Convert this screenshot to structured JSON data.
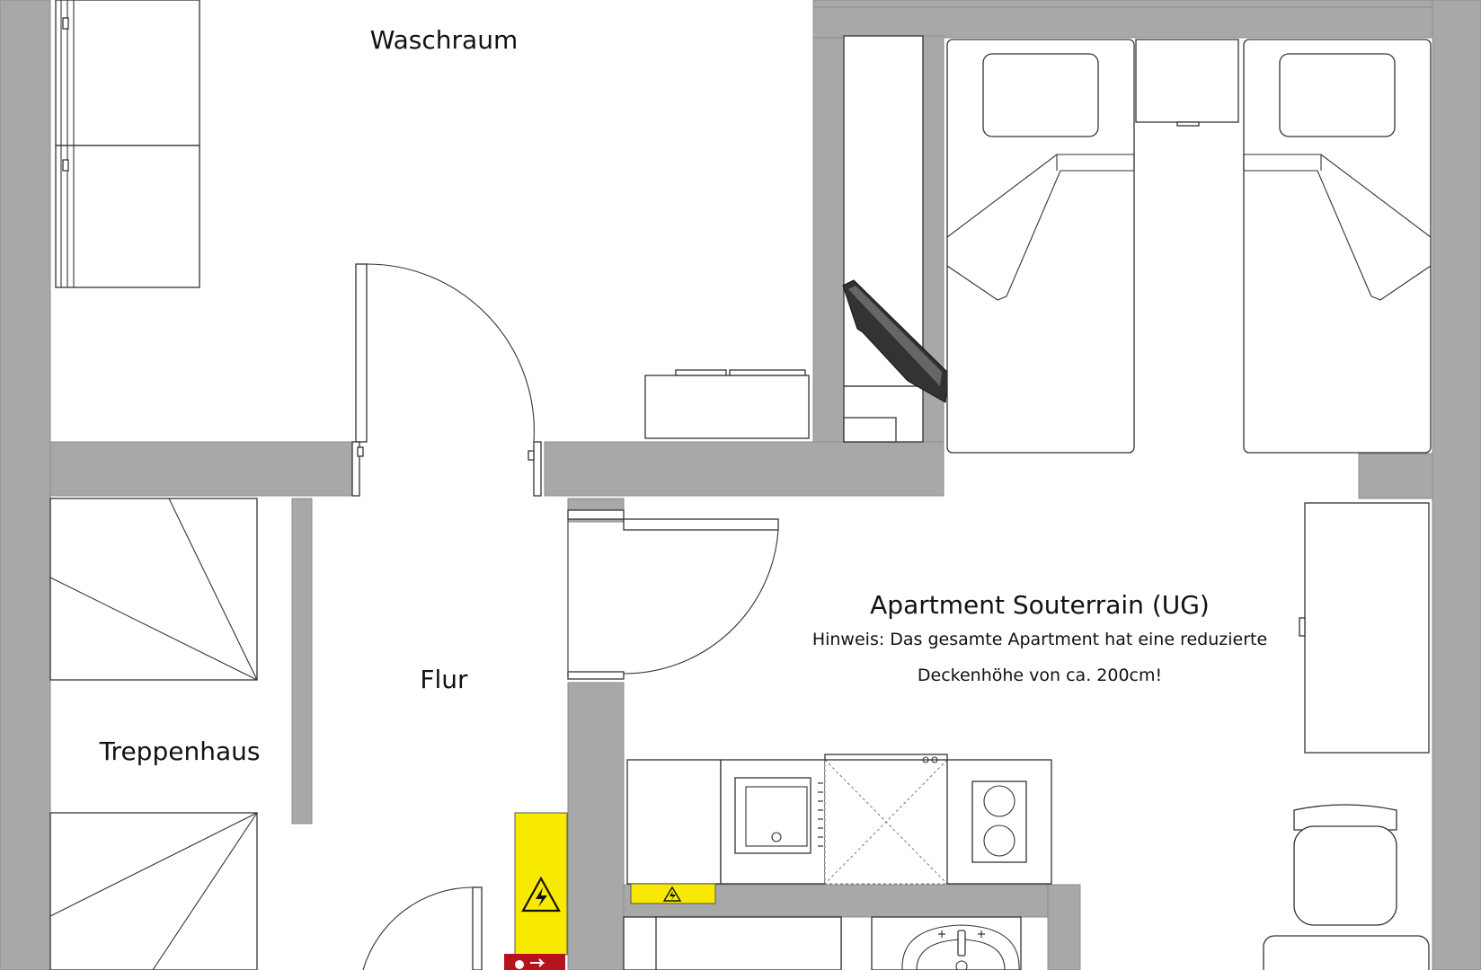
{
  "plan": {
    "background_color": "#ffffff",
    "wall_color": "#a8a8a8",
    "warning_color": "#f7ea00",
    "exit_sign_color": "#b5141c",
    "rooms": {
      "laundry": "Waschraum",
      "hallway": "Flur",
      "stairwell": "Treppenhaus",
      "apartment": "Apartment Souterrain (UG)"
    },
    "note": {
      "line1": "Hinweis: Das gesamte Apartment hat eine reduzierte",
      "line2": "Deckenhöhe von ca. 200cm!"
    },
    "icons": {
      "electrical_warning": "high-voltage-warning-icon",
      "fire_exit": "fire-exit-sign-icon",
      "hob": "cooktop-icon",
      "sink": "sink-icon",
      "oven": "oven-icon"
    }
  }
}
